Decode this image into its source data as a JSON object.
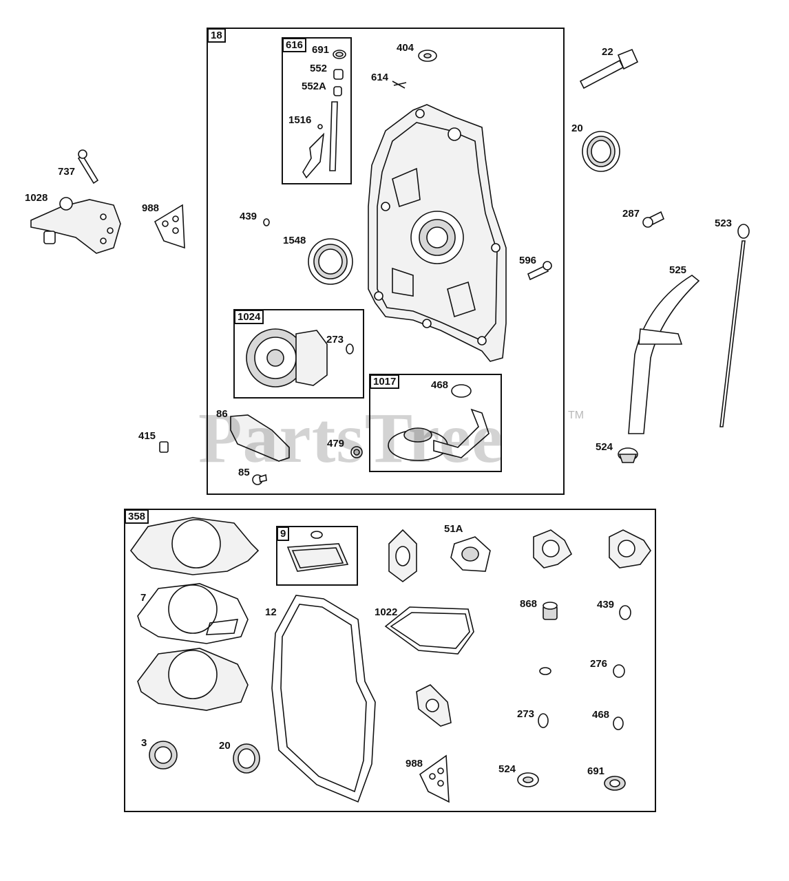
{
  "diagram": {
    "watermark": "PartsTree",
    "trademark": "TM",
    "group_boxes": {
      "b18": "18",
      "b616": "616",
      "b1024": "1024",
      "b1017": "1017",
      "b358": "358",
      "b9": "9"
    },
    "labels": {
      "l691_top": "691",
      "l552": "552",
      "l552a": "552A",
      "l1516": "1516",
      "l404": "404",
      "l614": "614",
      "l22": "22",
      "l20_top": "20",
      "l737": "737",
      "l1028": "1028",
      "l988_top": "988",
      "l439_top": "439",
      "l1548": "1548",
      "l287": "287",
      "l523": "523",
      "l596": "596",
      "l525": "525",
      "l273_top": "273",
      "l468_top": "468",
      "l86": "86",
      "l415": "415",
      "l479": "479",
      "l85": "85",
      "l524_top": "524",
      "l51a": "51A",
      "l7": "7",
      "l12": "12",
      "l1022": "1022",
      "l868": "868",
      "l439_bot": "439",
      "l276": "276",
      "l273_bot": "273",
      "l468_bot": "468",
      "l3": "3",
      "l20_bot": "20",
      "l988_bot": "988",
      "l524_bot": "524",
      "l691_bot": "691"
    }
  }
}
